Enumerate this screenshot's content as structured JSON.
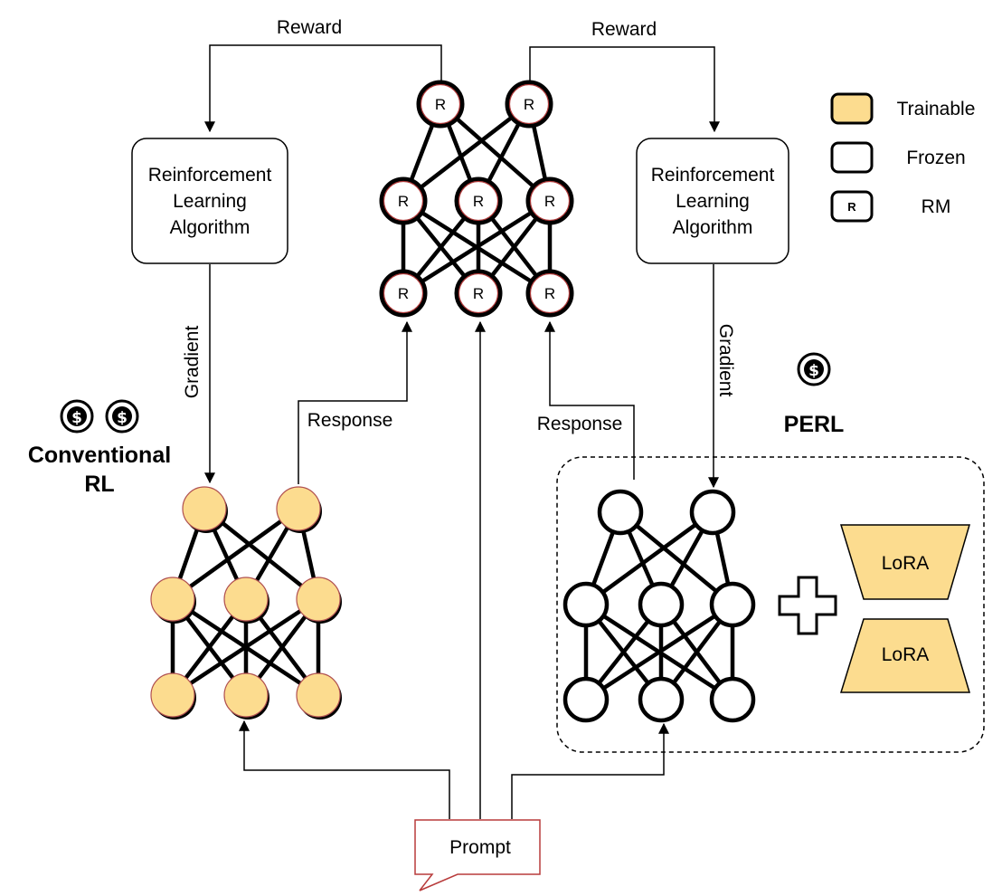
{
  "legend": {
    "trainable": "Trainable",
    "frozen": "Frozen",
    "rm": "RM",
    "rm_glyph": "R"
  },
  "labels": {
    "reward_left": "Reward",
    "reward_right": "Reward",
    "gradient_left": "Gradient",
    "gradient_right": "Gradient",
    "response_left": "Response",
    "response_right": "Response",
    "rl_algo_left": [
      "Reinforcement",
      "Learning",
      "Algorithm"
    ],
    "rl_algo_right": [
      "Reinforcement",
      "Learning",
      "Algorithm"
    ],
    "conventional_title": [
      "Conventional",
      "RL"
    ],
    "perl_title": "PERL",
    "prompt": "Prompt",
    "lora_top": "LoRA",
    "lora_bottom": "LoRA",
    "rm_node": "R",
    "dollar": "$"
  },
  "colors": {
    "trainable_fill": "#fcdc8f",
    "trainable_stroke": "#b05050",
    "rm_ring": "#b03a3a",
    "prompt_stroke": "#b83b3b",
    "lora_fill": "#fcdc8f"
  }
}
